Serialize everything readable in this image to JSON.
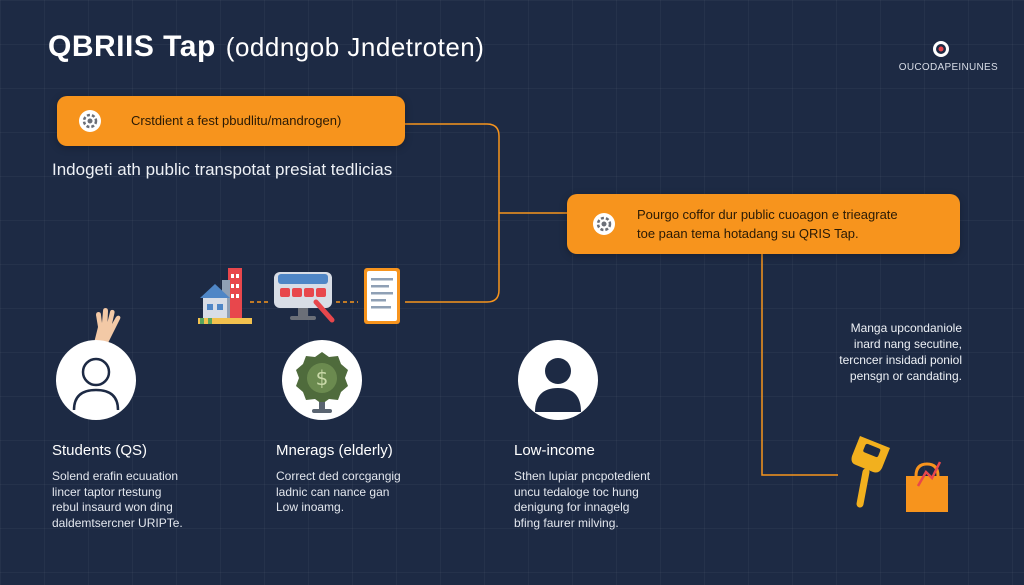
{
  "header": {
    "title": "QBRIIS Tap",
    "subtitle": "(oddngob Jndetroten)",
    "brand_name": "OUCODAPEINUNES"
  },
  "callouts": [
    {
      "text": "Crstdient a fest pbudlitu/mandrogen)"
    },
    {
      "lines": [
        "Pourgo coffor dur public cuoagon e trieagrate",
        "toe paan tema hotadang su QRIS Tap."
      ]
    }
  ],
  "subtitle_line": "Indogeti ath public transpotat presiat tedlicias",
  "groups": [
    {
      "title": "Students (QS)",
      "lines": [
        "Solend erafin ecuuation",
        "lincer taptor rtestung",
        "rebul insaurd won ding",
        "daldemtsercner URIPTe."
      ]
    },
    {
      "title": "Mnerags (elderly)",
      "lines": [
        "Correct ded corcgangig",
        "ladnic can nance gan",
        "Low inoamg."
      ]
    },
    {
      "title": "Low-income",
      "lines": [
        "Sthen lupiar pncpotedient",
        "uncu tedaloge toc hung",
        "denigung for innagelg",
        "bfing faurer milving."
      ]
    }
  ],
  "note": {
    "lines": [
      "Manga upcondaniole",
      "inard nang secutine,",
      "tercncer insidadi poniol",
      "pensgn or candating."
    ]
  },
  "icons": [
    "gear-icon",
    "building-icon",
    "bus-icon",
    "document-icon",
    "waving-hand-icon",
    "person-outline-icon",
    "money-badge-icon",
    "person-silhouette-icon",
    "card-reader-icon",
    "shopping-bag-icon"
  ],
  "colors": {
    "accent": "#f7941d",
    "background": "#1d2a44"
  }
}
